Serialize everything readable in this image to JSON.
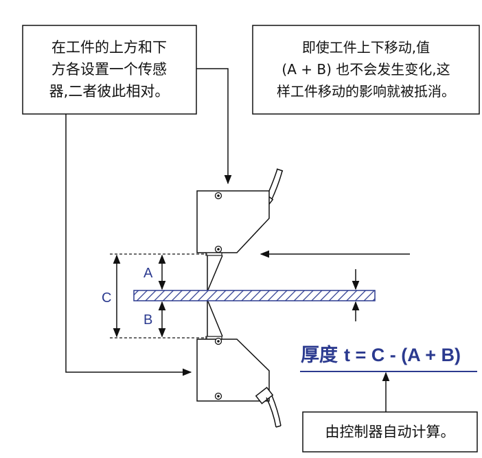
{
  "notes": {
    "left_lines": [
      "在工件的上方和下",
      "方各设置一个传感",
      "器,二者彼此相对。"
    ],
    "right_lines": [
      "即使工件上下移动,值",
      "(A + B) 也不会发生变化,这",
      "样工件移动的影响就被抵消。"
    ],
    "bottom_text": "由控制器自动计算。"
  },
  "dimensions": {
    "a": "A",
    "b": "B",
    "c": "C"
  },
  "formula": {
    "label": "厚度",
    "expression": "t = C - (A + B)"
  },
  "colors": {
    "line": "#111111",
    "accent": "#2b3a8f"
  }
}
